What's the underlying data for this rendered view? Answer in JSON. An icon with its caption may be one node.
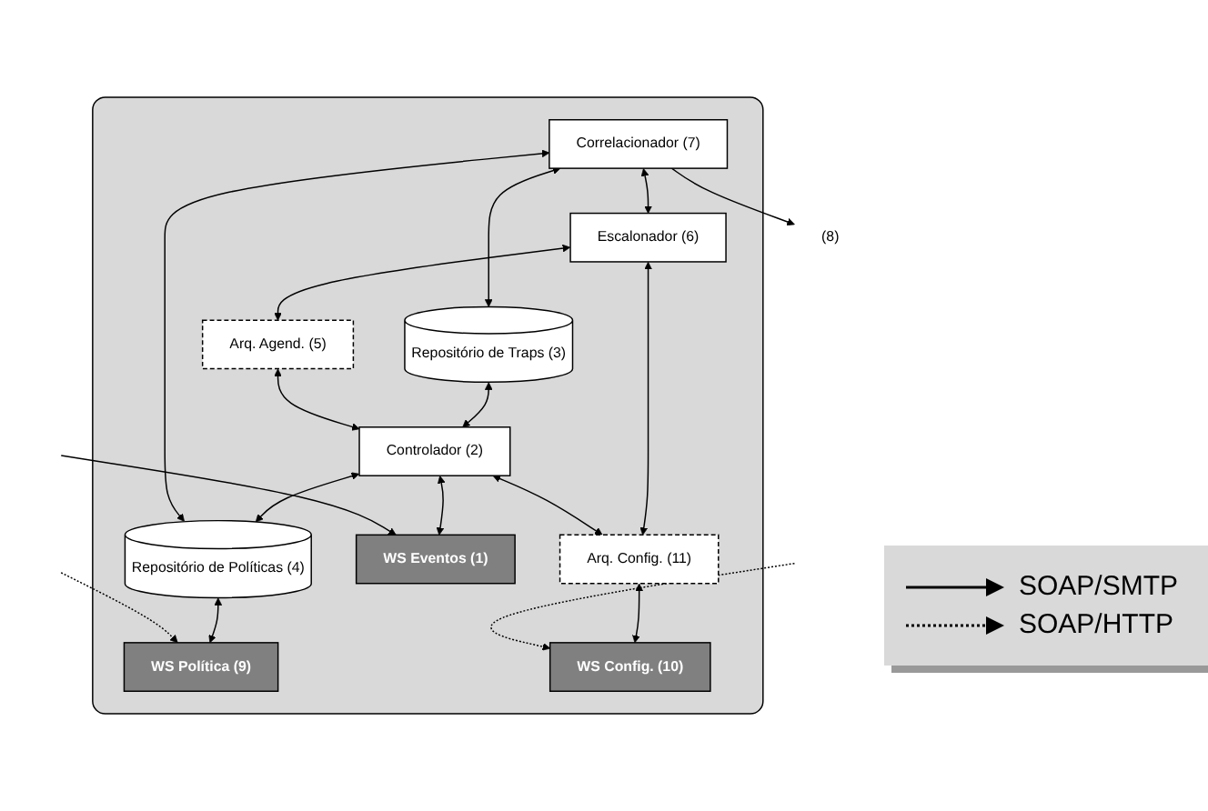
{
  "diagram": {
    "nodes": [
      {
        "text": [],
        "shape": "box"
      },
      {
        "text": [
          "Correlacionador (7)"
        ],
        "in": 0
      },
      {
        "text": [
          "Repositório de Traps (3)"
        ],
        "in": 0
      },
      {
        "text": [
          "Repositório de Políticas (4)"
        ],
        "in": 0
      },
      {
        "text": [
          "Escalonador (6)"
        ],
        "in": 0
      },
      {
        "text": [
          "Controlador (2)"
        ],
        "in": 0
      },
      {
        "text": [
          "Arq. Agend. (5)"
        ],
        "in": 0
      },
      {
        "text": [
          "WS Política (9)"
        ],
        "in": 0
      },
      {
        "text": [
          "WS Eventos (1)"
        ],
        "in": 0
      },
      {
        "text": [
          "Arq. Config. (11)"
        ],
        "in": 0
      },
      {
        "text": [
          "WS Config. (10)"
        ],
        "in": 0
      },
      {
        "text": [
          "(8)"
        ]
      }
    ],
    "edges": [
      {
        "from": 1,
        "to": 11,
        "arrow": "to"
      },
      {
        "from": 1,
        "to": 2,
        "arrow": "both"
      },
      {
        "from": 1,
        "to": 4,
        "arrow": "both"
      },
      {
        "from": 3,
        "to": 1,
        "arrow": "both"
      },
      {
        "from": 2,
        "to": 5,
        "arrow": "both"
      },
      {
        "from": 5,
        "to": 3,
        "arrow": "both"
      },
      {
        "from": 3,
        "to": 7,
        "arrow": "both"
      },
      {
        "from": 4,
        "to": 6,
        "arrow": "both"
      },
      {
        "from": 4,
        "to": 9,
        "arrow": "both"
      },
      {
        "from": 6,
        "to": 5,
        "arrow": "both"
      },
      {
        "from": 5,
        "to": 8,
        "arrow": "both"
      },
      {
        "from": 5,
        "to": 9,
        "arrow": "both"
      },
      {
        "from": 9,
        "to": 10,
        "arrow": "both"
      },
      {
        "from": null,
        "to": 7,
        "arrow": "to",
        "style": "dashed"
      },
      {
        "from": null,
        "to": 10,
        "arrow": "to",
        "style": "dashed"
      },
      {
        "from": null,
        "to": 8,
        "arrow": "to"
      }
    ],
    "legend": [
      {
        "text": "SOAP/SMTP"
      },
      {
        "text": "SOAP/HTTP"
      }
    ]
  }
}
